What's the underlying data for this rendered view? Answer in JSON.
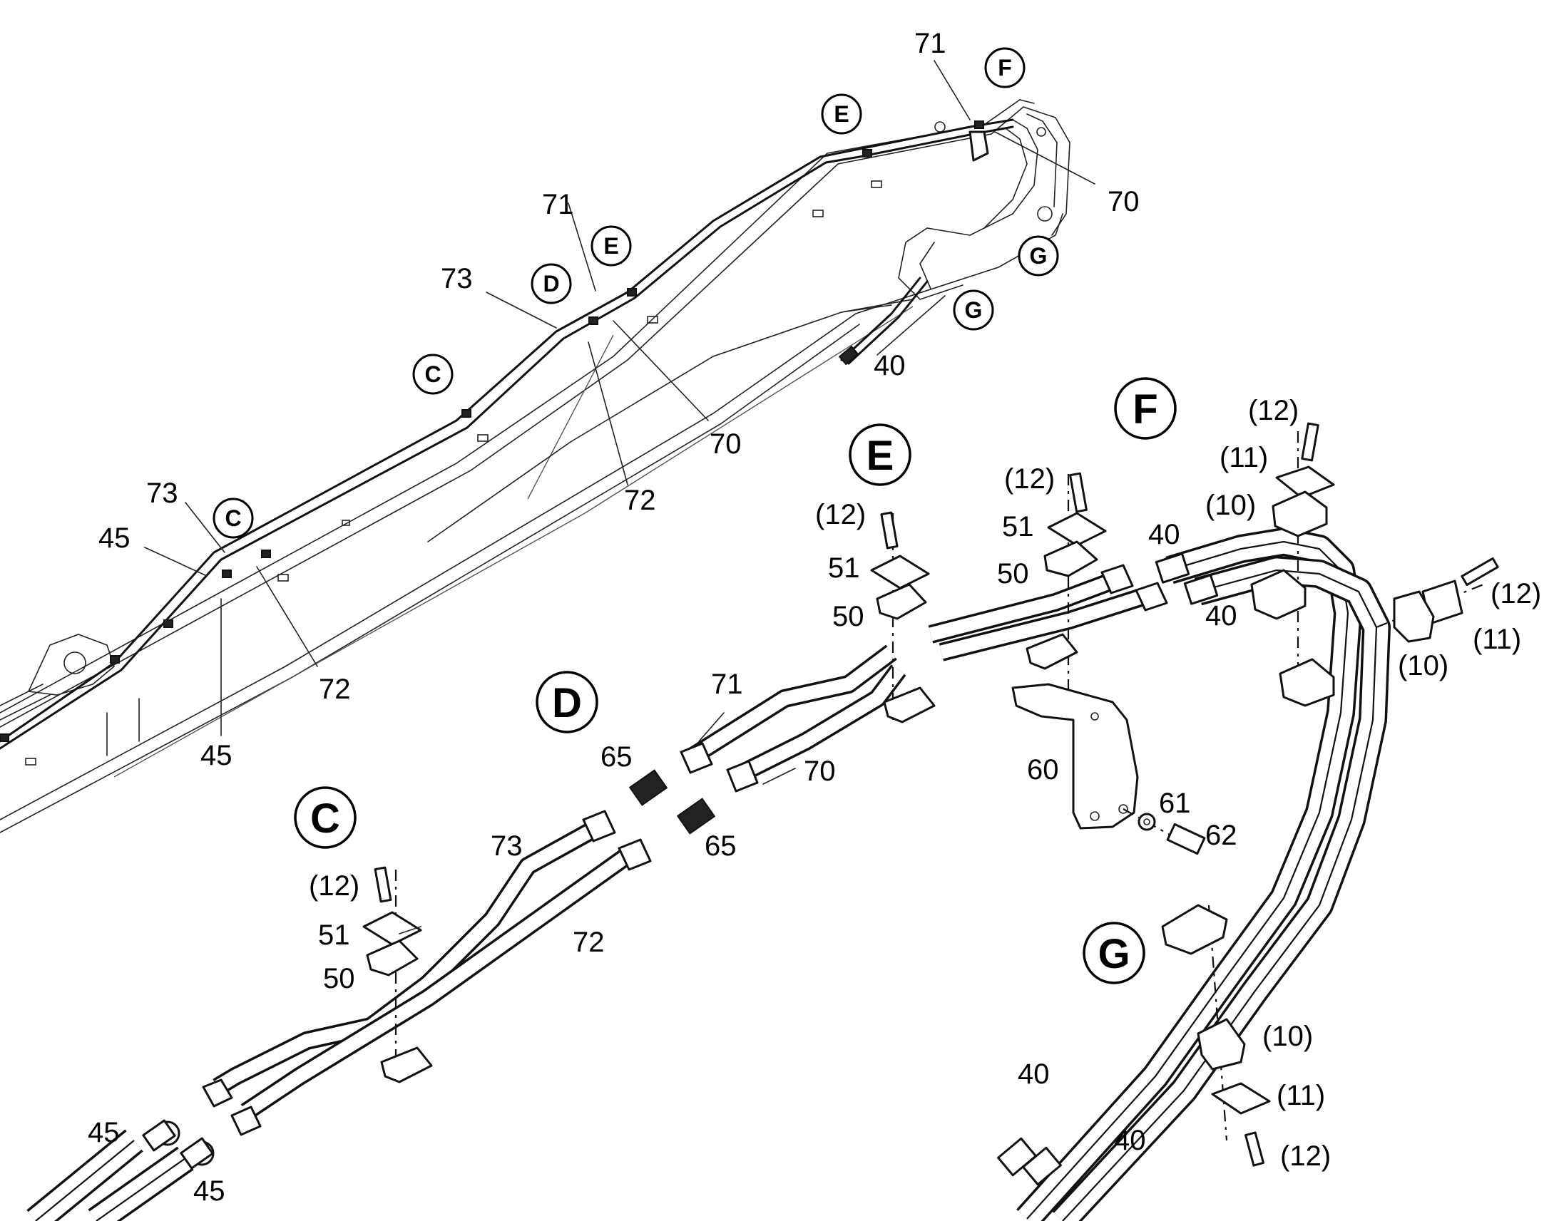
{
  "boom_callouts": [
    {
      "id": "E",
      "label": "E"
    },
    {
      "id": "F",
      "label": "F"
    },
    {
      "id": "E",
      "label": "E"
    },
    {
      "id": "D",
      "label": "D"
    },
    {
      "id": "C",
      "label": "C"
    },
    {
      "id": "C",
      "label": "C"
    },
    {
      "id": "G",
      "label": "G"
    },
    {
      "id": "G",
      "label": "G"
    }
  ],
  "boom_part_labels": [
    "71",
    "70",
    "71",
    "73",
    "70",
    "72",
    "73",
    "45",
    "72",
    "45",
    "40"
  ],
  "detail_views": {
    "C": "C",
    "D": "D",
    "E": "E",
    "F": "F",
    "G": "G"
  },
  "detail_C_labels": [
    "(12)",
    "51",
    "50",
    "45",
    "45"
  ],
  "detail_D_labels": [
    "71",
    "65",
    "70",
    "73",
    "65",
    "72"
  ],
  "detail_E_labels": [
    "(12)",
    "51",
    "50"
  ],
  "detail_F_labels": [
    "(12)",
    "51",
    "50",
    "40",
    "40",
    "(12)",
    "(11)",
    "(10)",
    "(12)",
    "(11)",
    "(10)",
    "60",
    "61",
    "62"
  ],
  "detail_G_labels": [
    "(10)",
    "(11)",
    "(12)",
    "40",
    "40"
  ]
}
